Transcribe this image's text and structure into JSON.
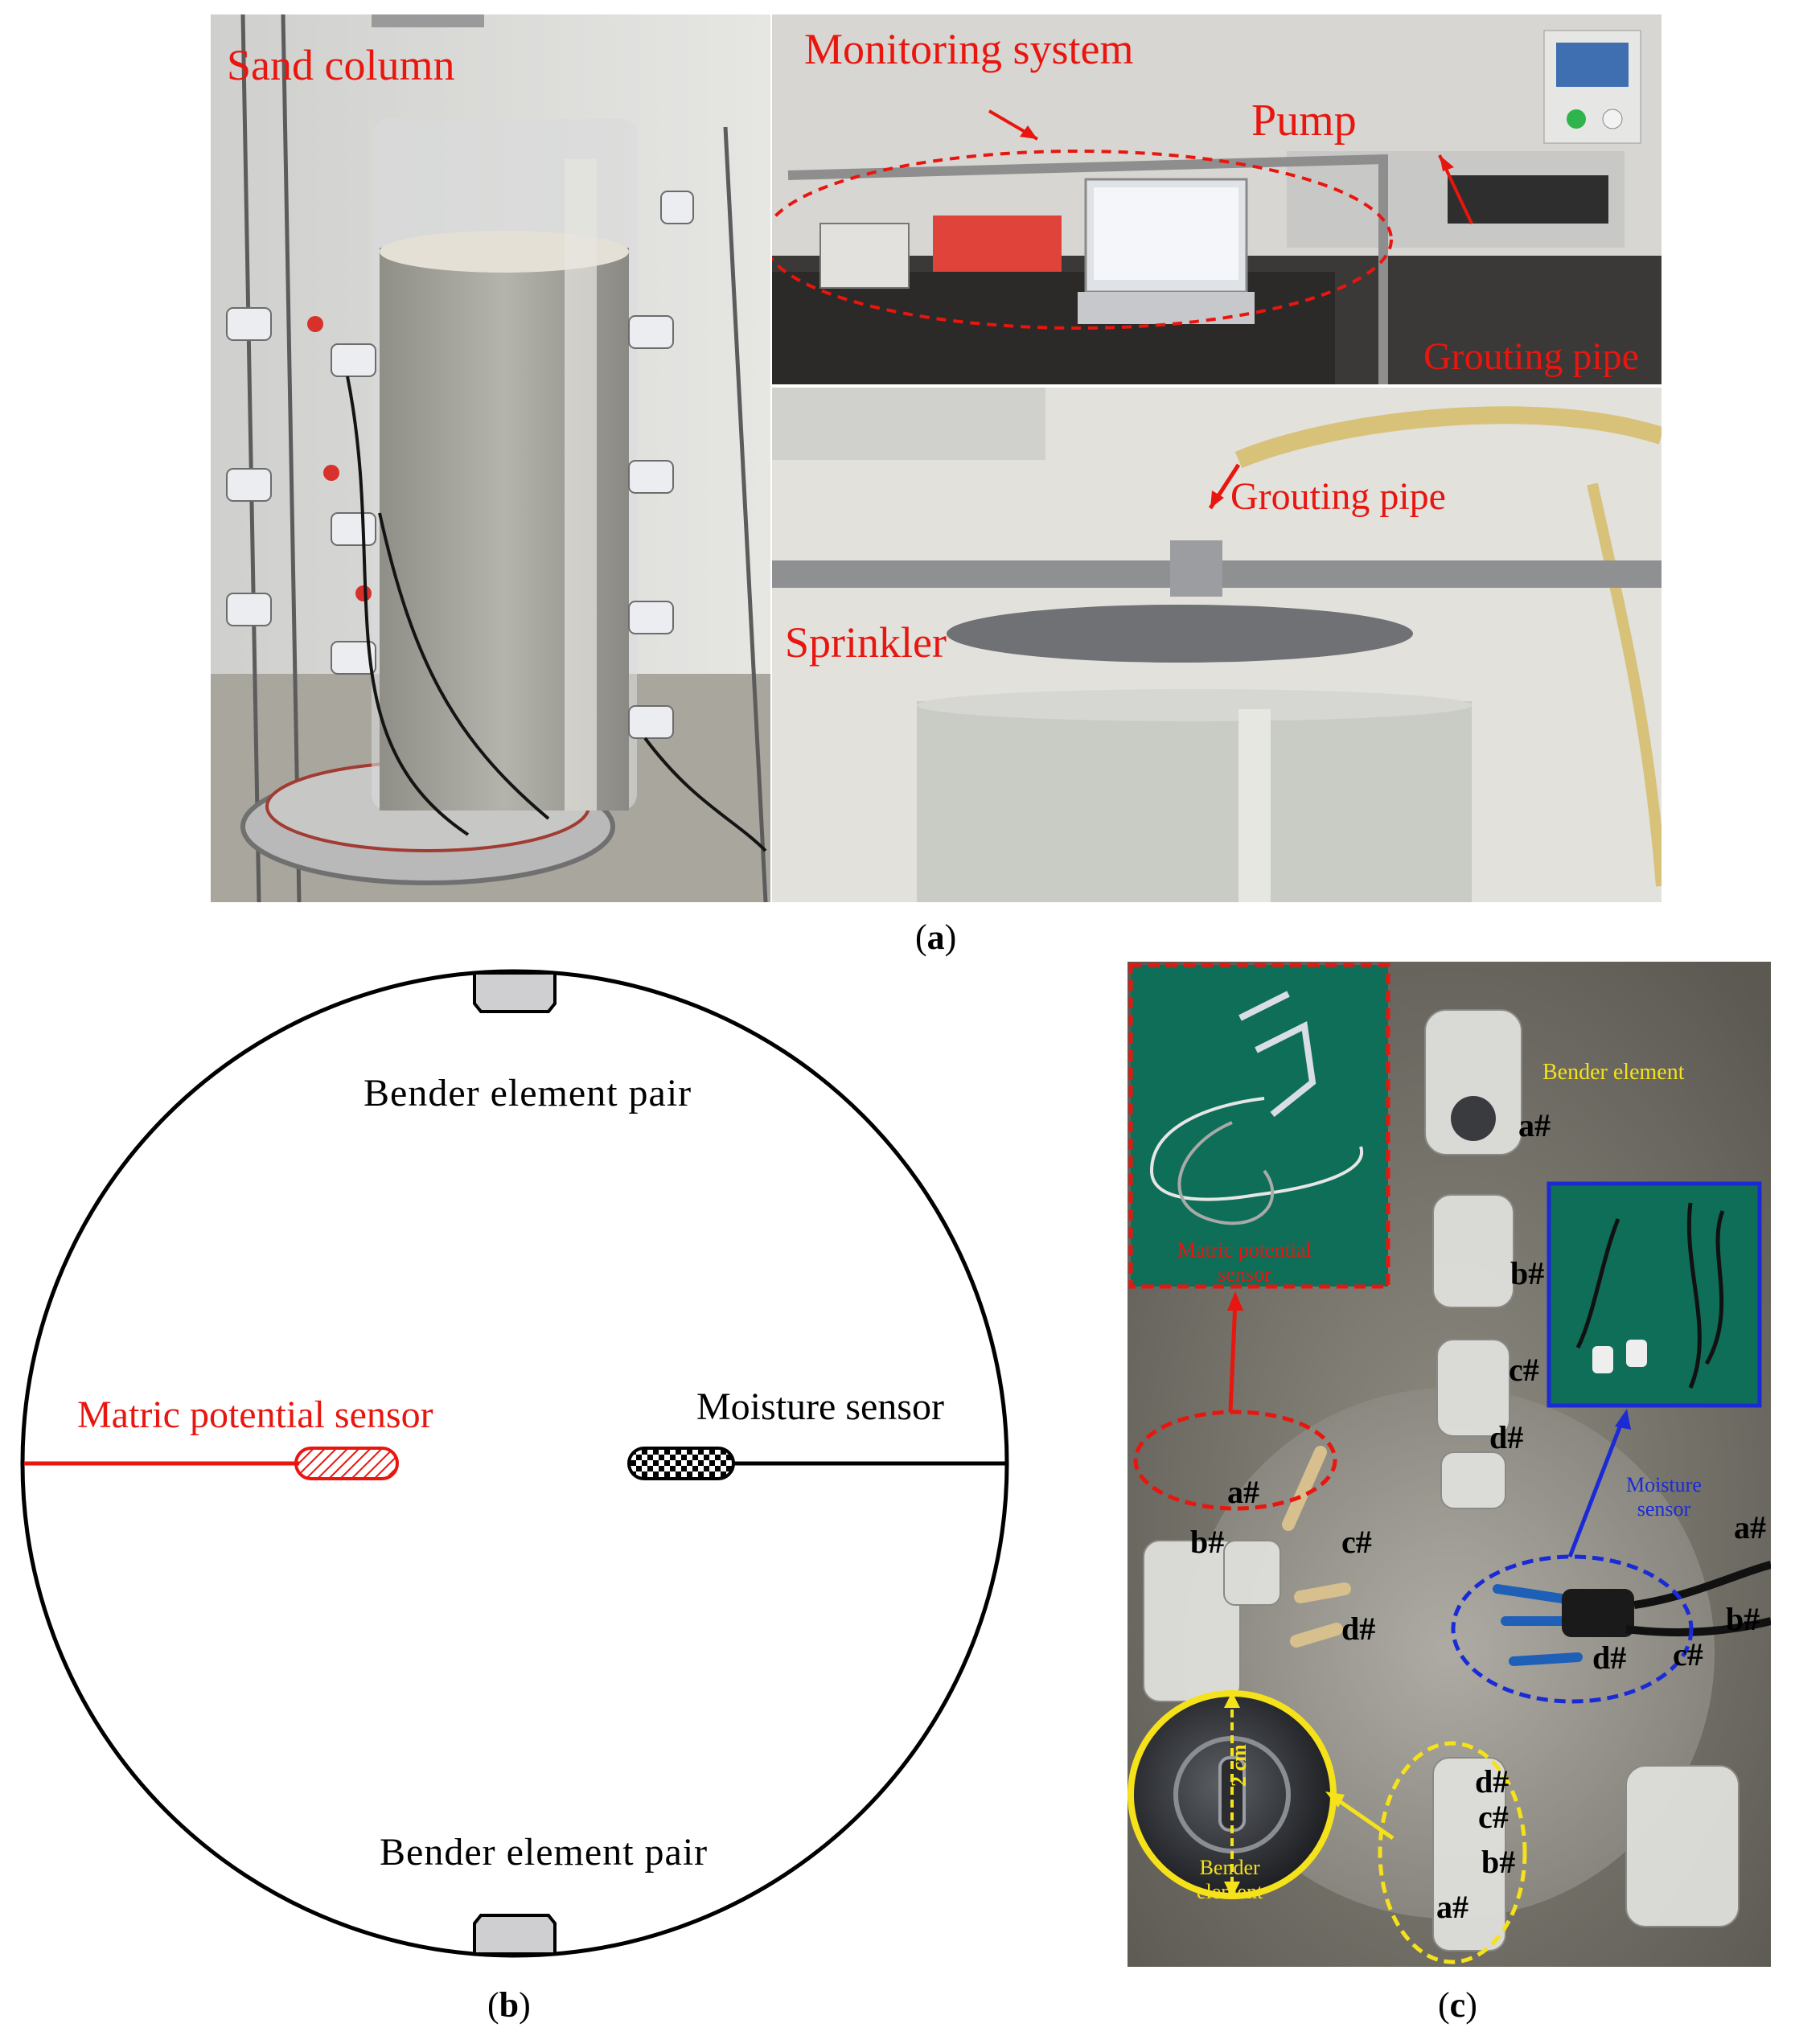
{
  "panel_a": {
    "caption_letter": "a",
    "labels": {
      "sand_column": "Sand column",
      "monitoring_system": "Monitoring system",
      "pump": "Pump",
      "grouting_pipe_top": "Grouting pipe",
      "grouting_pipe_bottom": "Grouting pipe",
      "sprinkler": "Sprinkler"
    }
  },
  "panel_b": {
    "caption_letter": "b",
    "labels": {
      "bender_top": "Bender element pair",
      "bender_bottom": "Bender element pair",
      "matric": "Matric potential sensor",
      "moisture": "Moisture sensor"
    },
    "colors": {
      "matric": "#e8160f",
      "moisture": "#000000",
      "bender_fill": "#cfcfd1"
    }
  },
  "panel_c": {
    "caption_letter": "c",
    "labels": {
      "bender_element_top": "Bender element",
      "matric_inset": "Matric potential\nsensor",
      "moisture_sensor": "Moisture\nsensor",
      "bender_element_bottom": "Bender\nelement",
      "two_cm": "2 cm"
    },
    "markers": {
      "top_a": "a#",
      "top_b": "b#",
      "top_c": "c#",
      "top_d": "d#",
      "left_a": "a#",
      "left_b": "b#",
      "left_c": "c#",
      "left_d": "d#",
      "right_a": "a#",
      "right_b": "b#",
      "right_c": "c#",
      "right_d": "d#",
      "bottom_d": "d#",
      "bottom_c": "c#",
      "bottom_b": "b#",
      "bottom_a": "a#"
    },
    "colors": {
      "red_box": "#e8160f",
      "blue_box": "#1a2bd6",
      "yellow": "#f5e21a"
    }
  }
}
